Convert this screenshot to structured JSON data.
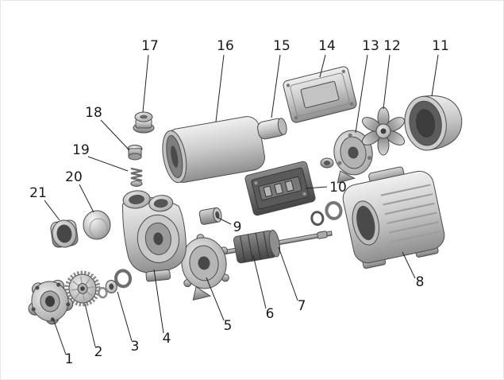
{
  "figure": {
    "background": "#ffffff",
    "palette": {
      "ink": "#1a1a1a",
      "metal_light": "#ececec",
      "metal_dark": "#454545"
    },
    "callouts": {
      "c1": {
        "label": "1"
      },
      "c2": {
        "label": "2"
      },
      "c3": {
        "label": "3"
      },
      "c4": {
        "label": "4"
      },
      "c5": {
        "label": "5"
      },
      "c6": {
        "label": "6"
      },
      "c7": {
        "label": "7"
      },
      "c8": {
        "label": "8"
      },
      "c9": {
        "label": "9"
      },
      "c10": {
        "label": "10"
      },
      "c11": {
        "label": "11"
      },
      "c12": {
        "label": "12"
      },
      "c13": {
        "label": "13"
      },
      "c14": {
        "label": "14"
      },
      "c15": {
        "label": "15"
      },
      "c16": {
        "label": "16"
      },
      "c17": {
        "label": "17"
      },
      "c18": {
        "label": "18"
      },
      "c19": {
        "label": "19"
      },
      "c20": {
        "label": "20"
      },
      "c21": {
        "label": "21"
      }
    }
  }
}
